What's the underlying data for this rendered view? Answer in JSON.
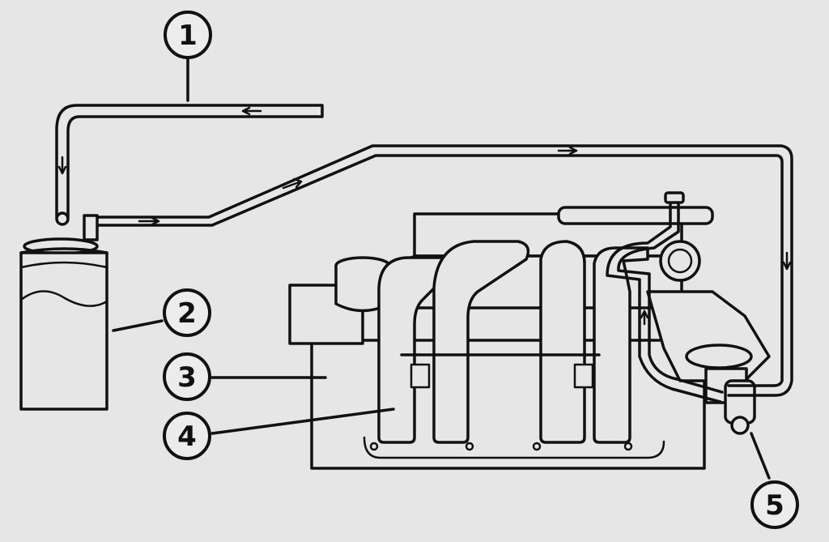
{
  "diagram": {
    "background_color": "#e6e6e6",
    "ink_color": "#111111",
    "callouts": [
      {
        "id": "1",
        "label": "1"
      },
      {
        "id": "2",
        "label": "2"
      },
      {
        "id": "3",
        "label": "3"
      },
      {
        "id": "4",
        "label": "4"
      },
      {
        "id": "5",
        "label": "5"
      }
    ],
    "icons": [
      "flow-arrow-icon"
    ]
  }
}
